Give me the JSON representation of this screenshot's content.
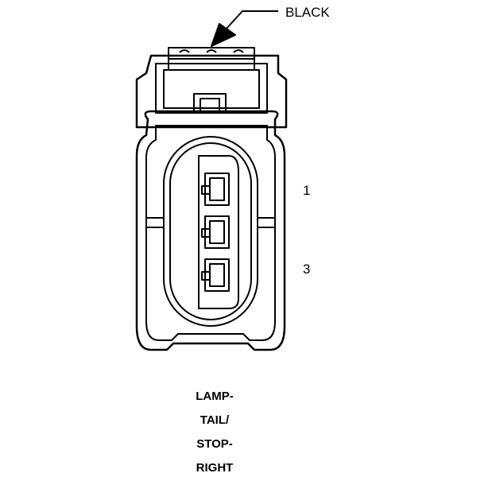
{
  "connector": {
    "color_label": "BLACK",
    "pins": [
      "1",
      "3"
    ],
    "caption_lines": [
      "LAMP-",
      "TAIL/",
      "STOP-",
      "RIGHT"
    ]
  },
  "colors": {
    "line": "#000000",
    "background": "#ffffff"
  }
}
